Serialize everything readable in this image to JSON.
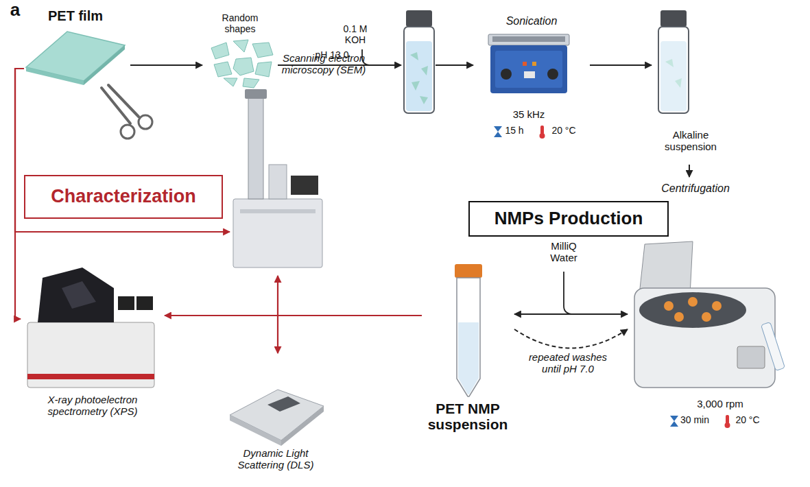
{
  "diagram": {
    "nodes": [
      {
        "text": [
          "PET film"
        ]
      },
      {
        "text": [
          "Random shapes"
        ]
      },
      {
        "text": [
          "0.1 M KOH",
          "pH 13.0"
        ]
      },
      {
        "text": [
          "Sonication",
          "35 kHz",
          "15 h",
          "20 °C"
        ]
      },
      {
        "text": [
          "Alkaline suspension"
        ]
      },
      {
        "text": [
          "Characterization"
        ]
      },
      {
        "text": [
          "Scanning electron microscopy (SEM)"
        ]
      },
      {
        "text": [
          "NMPs Production"
        ]
      },
      {
        "text": [
          "Centrifugation",
          "3,000 rpm",
          "30 min",
          "20 °C"
        ]
      },
      {
        "text": [
          "X-ray photoelectron spectrometry (XPS)"
        ]
      },
      {
        "text": [
          "PET NMP suspension"
        ]
      },
      {
        "text": [
          "Dynamic Light Scattering (DLS)"
        ]
      }
    ],
    "edges": [
      {
        "from": 0,
        "to": 1,
        "arrow": "to"
      },
      {
        "from": 1,
        "to": 2,
        "arrow": "to"
      },
      {
        "from": 2,
        "to": 3,
        "arrow": "to"
      },
      {
        "from": 3,
        "to": 4,
        "arrow": "to"
      },
      {
        "from": 4,
        "to": 8,
        "arrow": "to"
      },
      {
        "from": 8,
        "to": 10,
        "arrow": "both"
      },
      {
        "from": 10,
        "to": 8,
        "label": "repeated washes until pH 7.0",
        "arrow": "to"
      },
      {
        "from": 0,
        "to": 6,
        "arrow": "to"
      },
      {
        "from": 0,
        "to": 9,
        "arrow": "to"
      },
      {
        "from": 10,
        "to": 9,
        "arrow": "to"
      },
      {
        "from": 10,
        "to": 6,
        "arrow": "to"
      },
      {
        "from": 10,
        "to": 11,
        "arrow": "to"
      }
    ],
    "labels": [
      "a",
      "MilliQ Water"
    ]
  }
}
